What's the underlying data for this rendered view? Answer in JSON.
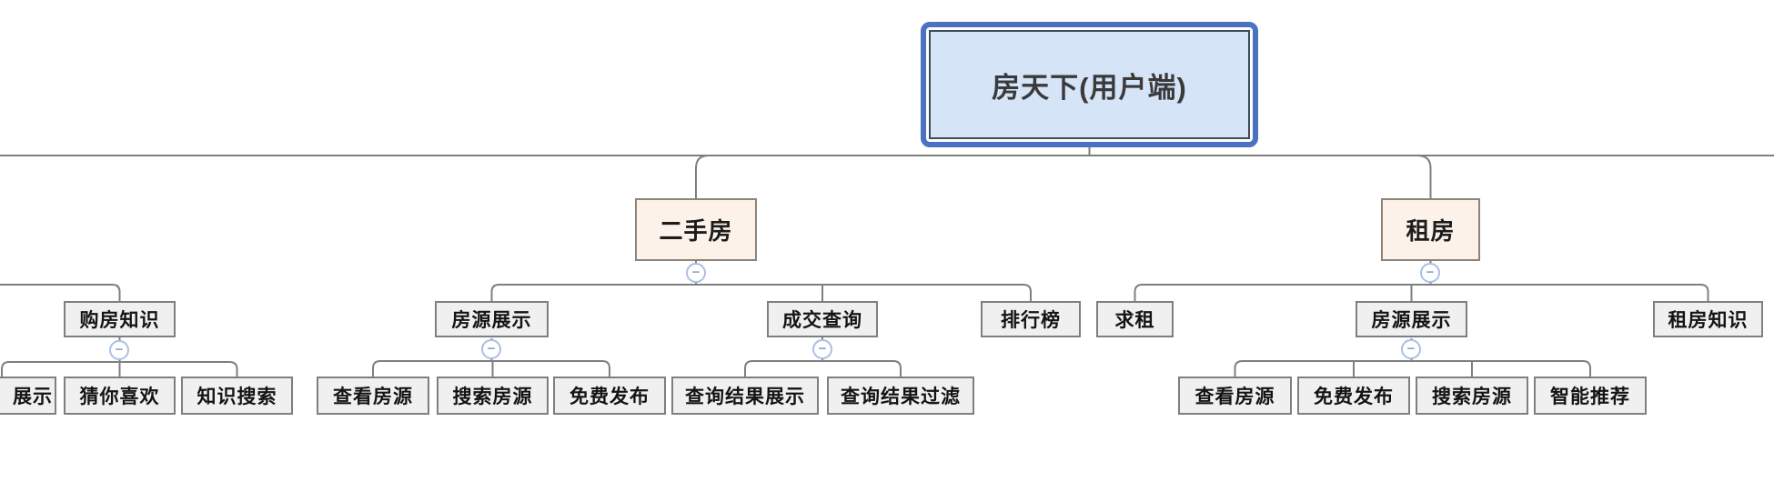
{
  "ui": {
    "collapse_glyph": "−"
  },
  "icons": {
    "collapse_button": "minus-circle-icon"
  },
  "colors": {
    "root_border": "#4b71c1",
    "root_inner_border": "#3f4a5a",
    "root_fill": "#d6e4f8",
    "branch_fill": "#fdf2e9",
    "branch_border": "#8e8378",
    "node_fill": "#f0f0f0",
    "node_border": "#7f7f7f",
    "connector_line": "#7f7f7f",
    "collapse_ring": "#a9c0e4"
  },
  "nodes": {
    "root": {
      "label": "房天下(用户端)"
    },
    "second_hand": {
      "label": "二手房"
    },
    "rent": {
      "label": "租房"
    },
    "buy_knowledge": {
      "label": "购房知识"
    },
    "display_cut": {
      "label": "展示"
    },
    "guess_you_like": {
      "label": "猜你喜欢"
    },
    "knowledge_search": {
      "label": "知识搜索"
    },
    "sh_listing_display": {
      "label": "房源展示"
    },
    "sh_view_listing": {
      "label": "查看房源"
    },
    "sh_search_listing": {
      "label": "搜索房源"
    },
    "sh_free_publish": {
      "label": "免费发布"
    },
    "deal_query": {
      "label": "成交查询"
    },
    "deal_result_display": {
      "label": "查询结果展示"
    },
    "deal_result_filter": {
      "label": "查询结果过滤"
    },
    "ranking": {
      "label": "排行榜"
    },
    "seek_rent": {
      "label": "求租"
    },
    "rent_listing_display": {
      "label": "房源展示"
    },
    "rent_view_listing": {
      "label": "查看房源"
    },
    "rent_free_publish": {
      "label": "免费发布"
    },
    "rent_search_listing": {
      "label": "搜索房源"
    },
    "smart_recommend": {
      "label": "智能推荐"
    },
    "rent_knowledge": {
      "label": "租房知识"
    }
  }
}
